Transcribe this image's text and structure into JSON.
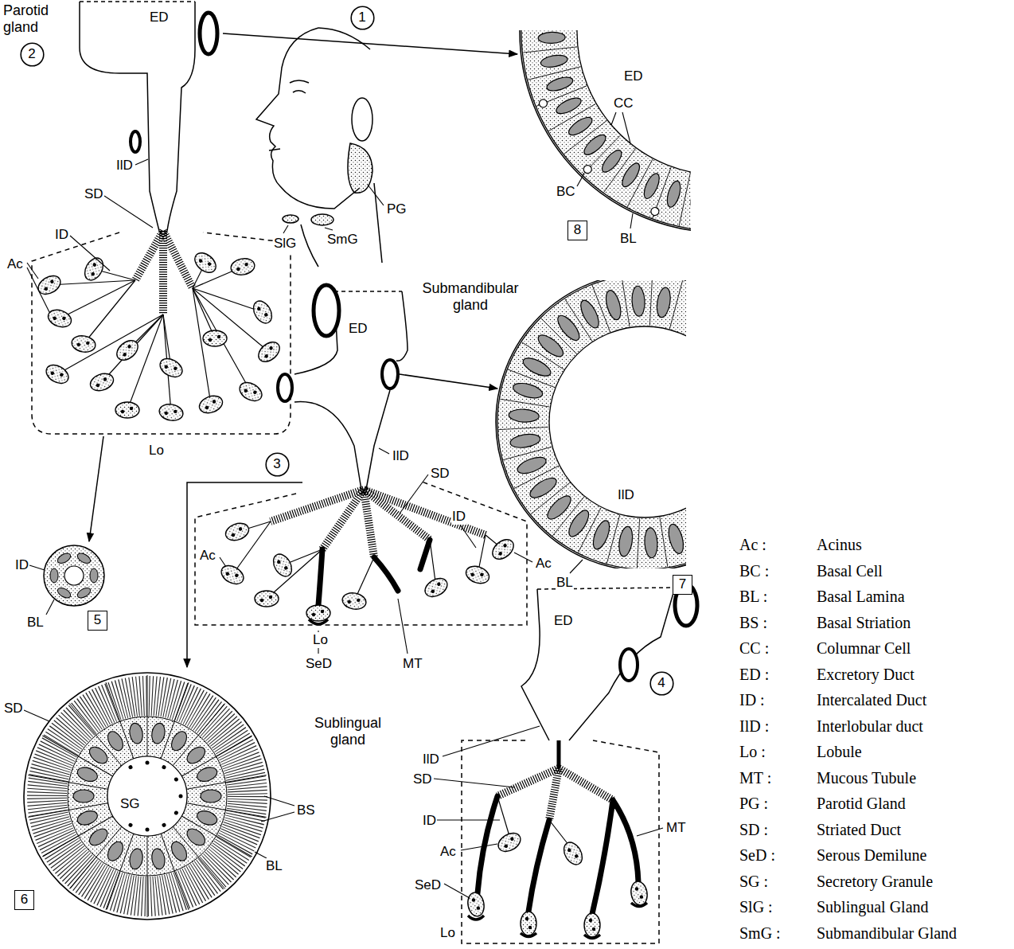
{
  "diagram": {
    "nodes": [
      {
        "text": [
          "1"
        ]
      },
      {
        "text": [
          "2"
        ]
      },
      {
        "text": [
          "8"
        ]
      },
      {
        "text": [
          "3"
        ]
      },
      {
        "text": [
          "5"
        ]
      },
      {
        "text": [
          "7"
        ]
      },
      {
        "text": [
          "4"
        ]
      },
      {
        "text": [
          "6"
        ]
      }
    ],
    "labels": [
      "Parotid gland",
      "ED",
      "IlD",
      "SD",
      "ID",
      "Ac",
      "Lo",
      "PG",
      "SlG",
      "SmG",
      "Submandibular gland",
      "ED",
      "IlD",
      "SD",
      "ID",
      "Ac",
      "Ac",
      "Lo",
      "SeD",
      "MT",
      "ED",
      "CC",
      "BC",
      "BL",
      "IlD",
      "BL",
      "ID",
      "BL",
      "SD",
      "SG",
      "BS",
      "BL",
      "Sublingual gland",
      "ED",
      "IlD",
      "SD",
      "ID",
      "Ac",
      "SeD",
      "Lo",
      "MT",
      "Ac :",
      "Acinus",
      "BC :",
      "Basal Cell",
      "BL :",
      "Basal Lamina",
      "BS :",
      "Basal Striation",
      "CC :",
      "Columnar Cell",
      "ED :",
      "Excretory Duct",
      "ID :",
      "Intercalated Duct",
      "IlD :",
      "Interlobular duct",
      "Lo :",
      "Lobule",
      "MT :",
      "Mucous Tubule",
      "PG :",
      "Parotid Gland",
      "SD :",
      "Striated Duct",
      "SeD :",
      "Serous Demilune",
      "SG :",
      "Secretory Granule",
      "SlG :",
      "Sublingual Gland",
      "SmG :",
      "Submandibular Gland"
    ]
  }
}
